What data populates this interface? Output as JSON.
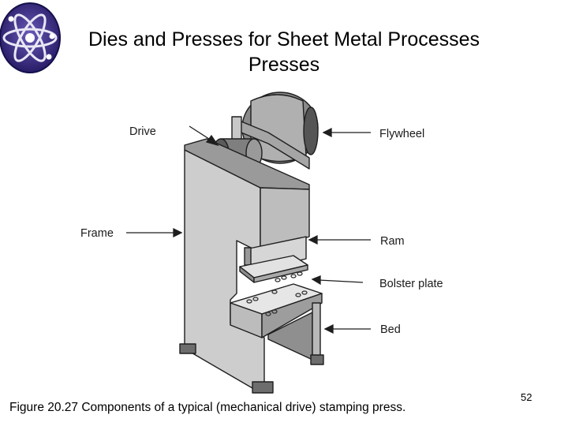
{
  "slide": {
    "title_line1": "Dies and Presses for Sheet Metal Processes",
    "title_line2": "Presses",
    "caption": "Figure 20.27 Components of a typical (mechanical drive) stamping press.",
    "page_number": "52"
  },
  "diagram": {
    "labels": {
      "drive": "Drive",
      "flywheel": "Flywheel",
      "frame": "Frame",
      "ram": "Ram",
      "bolster_plate": "Bolster plate",
      "bed": "Bed"
    }
  },
  "colors": {
    "logo_bg": "#2b1f6e",
    "metal_light": "#d9d9d9",
    "metal_mid": "#b3b3b3",
    "metal_dark": "#6e6e6e"
  }
}
